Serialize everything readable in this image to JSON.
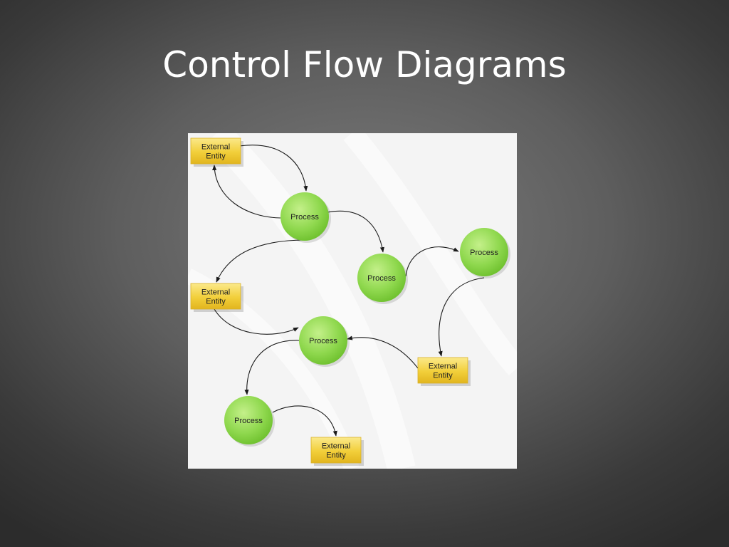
{
  "slide": {
    "title": "Control Flow Diagrams"
  },
  "diagram": {
    "colors": {
      "process_fill": "#8fd84e",
      "entity_fill": "#f2cf3a",
      "arrow": "#1a1a1a"
    },
    "nodes": [
      {
        "id": "entity-1",
        "kind": "external-entity",
        "lines": [
          "External",
          "Entity"
        ]
      },
      {
        "id": "process-1",
        "kind": "process",
        "lines": [
          "Process"
        ]
      },
      {
        "id": "process-2",
        "kind": "process",
        "lines": [
          "Process"
        ]
      },
      {
        "id": "process-3",
        "kind": "process",
        "lines": [
          "Process"
        ]
      },
      {
        "id": "entity-2",
        "kind": "external-entity",
        "lines": [
          "External",
          "Entity"
        ]
      },
      {
        "id": "process-4",
        "kind": "process",
        "lines": [
          "Process"
        ]
      },
      {
        "id": "entity-3",
        "kind": "external-entity",
        "lines": [
          "External",
          "Entity"
        ]
      },
      {
        "id": "process-5",
        "kind": "process",
        "lines": [
          "Process"
        ]
      },
      {
        "id": "entity-4",
        "kind": "external-entity",
        "lines": [
          "External",
          "Entity"
        ]
      }
    ],
    "edges": [
      {
        "from": "entity-1",
        "to": "process-1"
      },
      {
        "from": "process-1",
        "to": "entity-1"
      },
      {
        "from": "process-1",
        "to": "process-2"
      },
      {
        "from": "process-1",
        "to": "entity-2"
      },
      {
        "from": "process-2",
        "to": "process-3"
      },
      {
        "from": "process-3",
        "to": "entity-3"
      },
      {
        "from": "entity-2",
        "to": "process-4"
      },
      {
        "from": "entity-3",
        "to": "process-4"
      },
      {
        "from": "process-4",
        "to": "process-5"
      },
      {
        "from": "process-5",
        "to": "entity-4"
      }
    ]
  }
}
